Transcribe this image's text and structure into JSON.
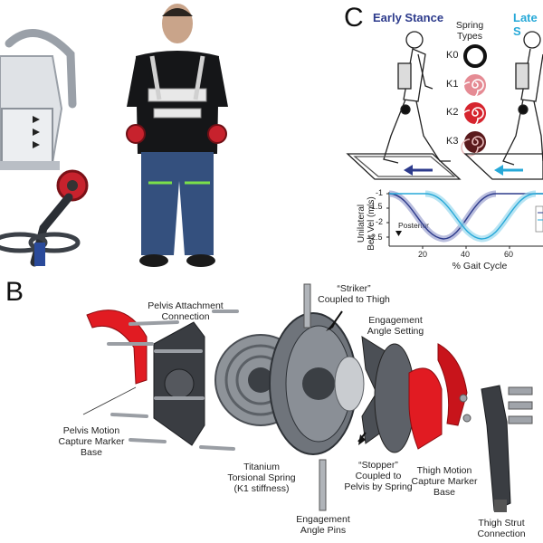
{
  "panel_c": {
    "letter": "C",
    "early_stance": "Early Stance",
    "late_stance": "Late S",
    "spring_types_title": [
      "Spring",
      "Types"
    ],
    "springs": [
      {
        "label": "K0",
        "color": "#111111"
      },
      {
        "label": "K1",
        "color": "#e58b94"
      },
      {
        "label": "K2",
        "color": "#d6242e"
      },
      {
        "label": "K3",
        "color": "#5a1a1c"
      }
    ],
    "colors": {
      "early": "#2d3b8c",
      "late": "#27a9d8"
    },
    "plot": {
      "ylabel": [
        "Unilateral",
        "Belt Vel (m/s)"
      ],
      "yticks": [
        "-1",
        "-1.5",
        "-2",
        "-2.5"
      ],
      "xticks": [
        "20",
        "40",
        "60"
      ],
      "xlabel": "% Gait Cycle",
      "annotation": "Posterior"
    }
  },
  "panel_b": {
    "letter": "B",
    "labels": {
      "striker": [
        "“Striker”",
        "Coupled to Thigh"
      ],
      "pelvis_attach": [
        "Pelvis Attachment",
        "Connection"
      ],
      "engagement_setting": [
        "Engagement",
        "Angle Setting"
      ],
      "pelvis_marker": [
        "Pelvis Motion",
        "Capture Marker",
        "Base"
      ],
      "spring": [
        "Titanium",
        "Torsional Spring",
        "(K1 stiffness)"
      ],
      "stopper": [
        "“Stopper”",
        "Coupled to",
        "Pelvis by Spring"
      ],
      "thigh_marker": [
        "Thigh Motion",
        "Capture Marker",
        "Base"
      ],
      "engagement_pins": [
        "Engagement",
        "Angle Pins"
      ],
      "thigh_strut": [
        "Thigh Strut",
        "Connection"
      ]
    }
  }
}
